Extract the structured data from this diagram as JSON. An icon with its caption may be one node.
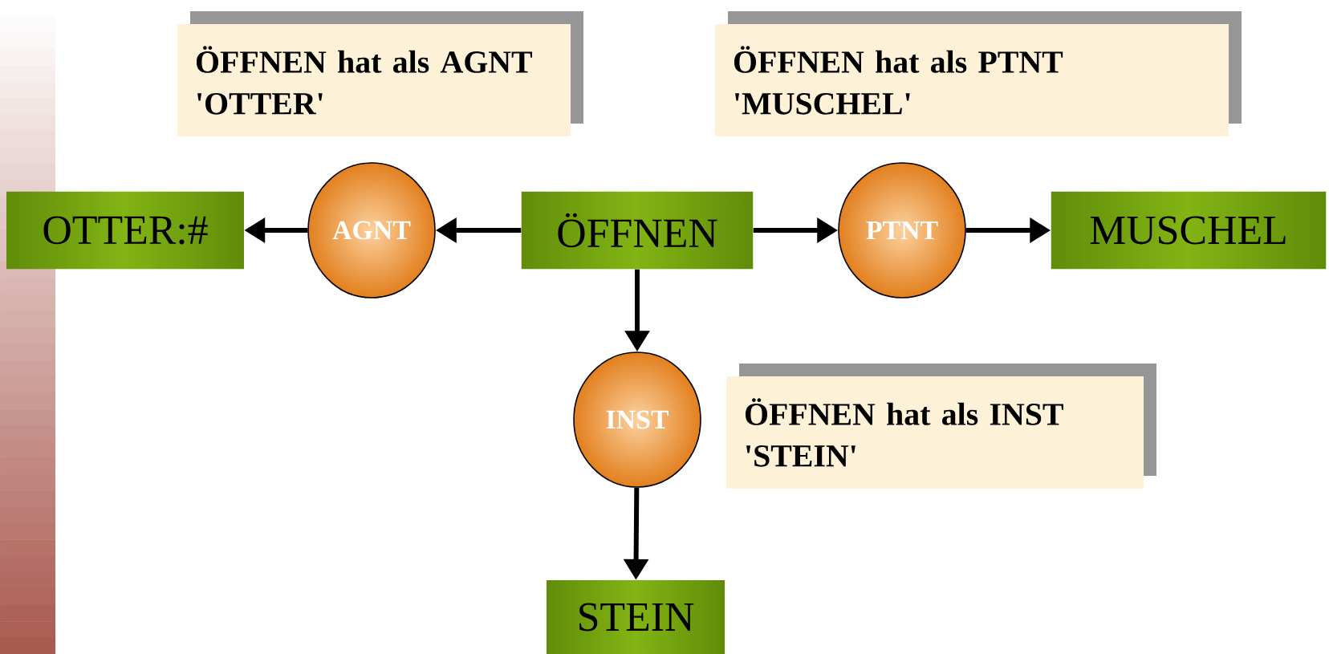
{
  "diagram": {
    "nodes": [
      {
        "text": [
          "ÖFFNEN hat als AGNT 'OTTER'"
        ]
      },
      {
        "text": [
          "ÖFFNEN hat als PTNT 'MUSCHEL'"
        ]
      },
      {
        "text": [
          "OTTER:#"
        ]
      },
      {
        "text": [
          "AGNT"
        ]
      },
      {
        "text": [
          "ÖFFNEN"
        ]
      },
      {
        "text": [
          "PTNT"
        ]
      },
      {
        "text": [
          "MUSCHEL"
        ]
      },
      {
        "text": [
          "INST"
        ]
      },
      {
        "text": [
          "ÖFFNEN hat als INST 'STEIN'"
        ]
      },
      {
        "text": [
          "STEIN"
        ]
      }
    ],
    "edges": [
      {
        "from": 4,
        "to": 3,
        "arrow": "to"
      },
      {
        "from": 3,
        "to": 2,
        "arrow": "to"
      },
      {
        "from": 4,
        "to": 5,
        "arrow": "to"
      },
      {
        "from": 5,
        "to": 6,
        "arrow": "to"
      },
      {
        "from": 4,
        "to": 7,
        "arrow": "to"
      },
      {
        "from": 7,
        "to": 9,
        "arrow": "to"
      }
    ]
  }
}
